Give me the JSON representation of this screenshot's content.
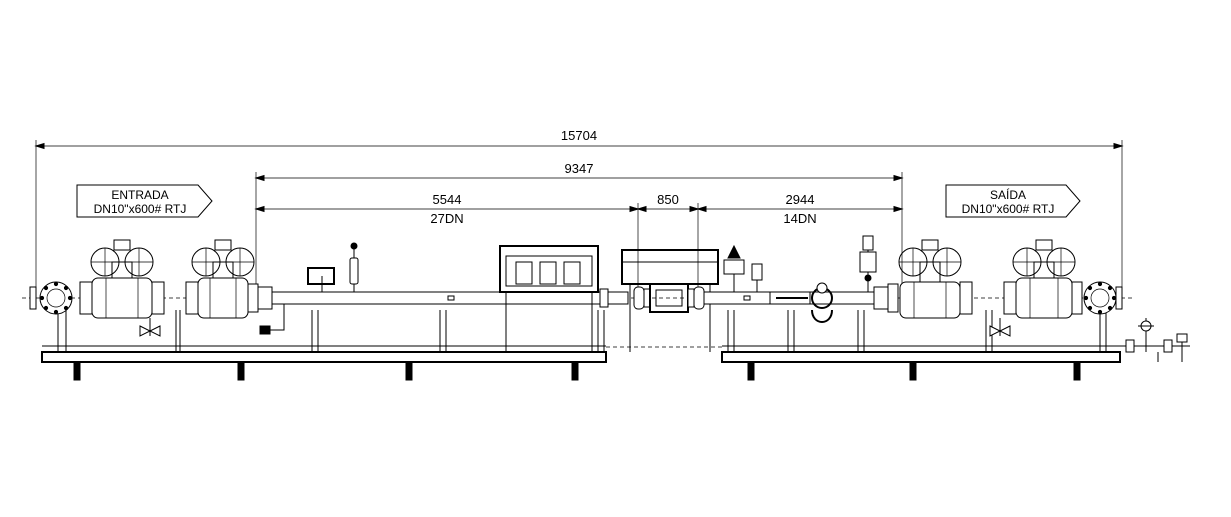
{
  "dimensions": {
    "overall": "15704",
    "inner": "9347",
    "upstream_length": "5544",
    "upstream_dn": "27DN",
    "meter": "850",
    "downstream_length": "2944",
    "downstream_dn": "14DN"
  },
  "inlet_tag": {
    "title": "ENTRADA",
    "spec": "DN10\"x600# RTJ"
  },
  "outlet_tag": {
    "title": "SAÍDA",
    "spec": "DN10\"x600# RTJ"
  }
}
